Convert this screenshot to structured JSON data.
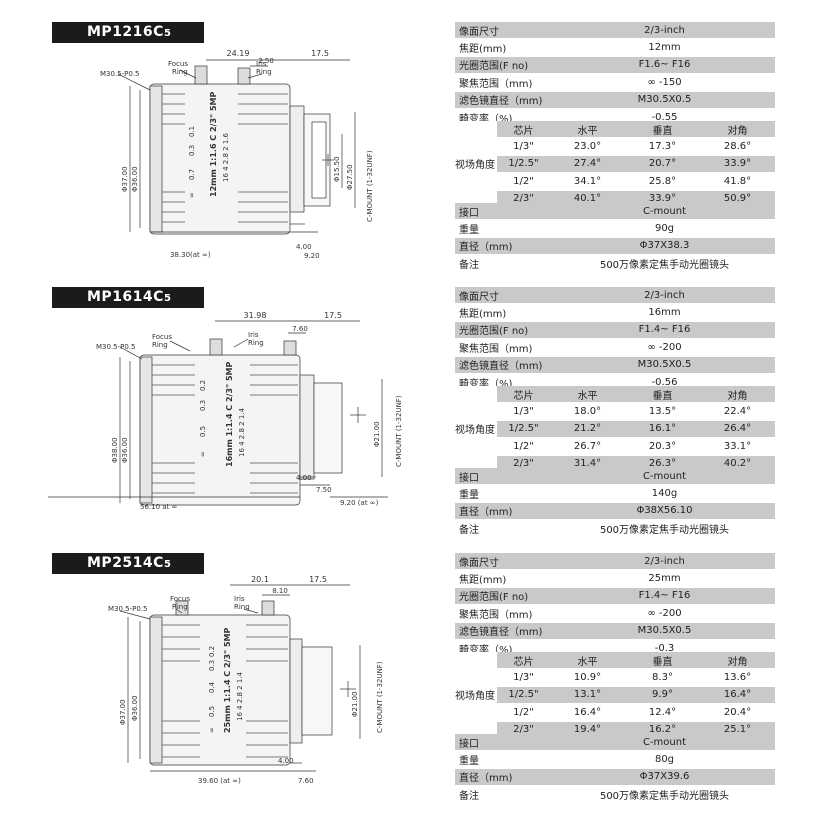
{
  "lenses": [
    {
      "model_main": "MP1216C",
      "model_sub": "5",
      "diagram": {
        "thread": "M30.5-P0.5",
        "focus_ring": [
          "Focus",
          "Ring"
        ],
        "iris_ring": [
          "Iris",
          "Ring"
        ],
        "dim_top1": "24.19",
        "dim_top2": "2.50",
        "dim_top3": "17.5",
        "dia_outer": "Φ37.00",
        "dia_inner": "Φ36.00",
        "dia_mount": "Φ27.50",
        "dia_flange": "Φ15.50",
        "mount": "C-MOUNT (1-32UNF)",
        "dim_len": "38.30(at ∞)",
        "dim_b1": "4.00",
        "dim_b2": "9.20",
        "barrel_text": [
          "12mm 1:1.6 C 2/3\" 5MP",
          "16  4  2.8  2  1.6"
        ],
        "ring_marks": [
          "0.1",
          "0.3",
          "0.7",
          "∞"
        ]
      },
      "spec": {
        "rows": [
          {
            "k": "像面尺寸",
            "v": "2/3-inch",
            "shade": "g"
          },
          {
            "k": "焦距(mm)",
            "v": "12mm",
            "shade": "w"
          },
          {
            "k": "光圈范围(F no)",
            "v": "F1.6~ F16",
            "shade": "g"
          },
          {
            "k": "聚焦范围（mm)",
            "v": "∞ -150",
            "shade": "w"
          },
          {
            "k": "滤色镜直径（mm)",
            "v": "M30.5X0.5",
            "shade": "g"
          },
          {
            "k": "畸变率（%)",
            "v": "-0.55",
            "shade": "w"
          }
        ],
        "fov_label": "视场角度",
        "fov_head": [
          "芯片",
          "水平",
          "垂直",
          "对角"
        ],
        "fov": [
          [
            "1/3\"",
            "23.0°",
            "17.3°",
            "28.6°"
          ],
          [
            "1/2.5\"",
            "27.4°",
            "20.7°",
            "33.9°"
          ],
          [
            "1/2\"",
            "34.1°",
            "25.8°",
            "41.8°"
          ],
          [
            "2/3\"",
            "40.1°",
            "33.9°",
            "50.9°"
          ]
        ],
        "tail": [
          {
            "k": "接口",
            "v": "C-mount",
            "shade": "g"
          },
          {
            "k": "重量",
            "v": "90g",
            "shade": "w"
          },
          {
            "k": "直径（mm)",
            "v": "Φ37X38.3",
            "shade": "g"
          },
          {
            "k": "备注",
            "v": "500万像素定焦手动光圈镜头",
            "shade": "w"
          }
        ]
      }
    },
    {
      "model_main": "MP1614C",
      "model_sub": "5",
      "diagram": {
        "thread": "M30.5-P0.5",
        "focus_ring": [
          "Focus",
          "Ring"
        ],
        "iris_ring": [
          "Iris",
          "Ring"
        ],
        "dim_top1": "31.98",
        "dim_top2": "7.60",
        "dim_top3": "17.5",
        "dia_outer": "Φ38.00",
        "dia_inner": "Φ36.00",
        "dia_mount": "Φ21.00",
        "dia_flange": "",
        "mount": "C-MOUNT (1-32UNF)",
        "dim_len": "56.10   at ∞",
        "dim_b1": "4.00",
        "dim_b2": "7.50",
        "dim_b3": "9.20 (at ∞)",
        "barrel_text": [
          "16mm 1:1.4 C 2/3\" 5MP",
          "16  4  2.8  2  1.4"
        ],
        "ring_marks": [
          "0.2",
          "0.3",
          "0.5",
          "∞"
        ]
      },
      "spec": {
        "rows": [
          {
            "k": "像面尺寸",
            "v": "2/3-inch",
            "shade": "g"
          },
          {
            "k": "焦距(mm)",
            "v": "16mm",
            "shade": "w"
          },
          {
            "k": "光圈范围(F no)",
            "v": "F1.4~ F16",
            "shade": "g"
          },
          {
            "k": "聚焦范围（mm)",
            "v": "∞ -200",
            "shade": "w"
          },
          {
            "k": "滤色镜直径（mm)",
            "v": "M30.5X0.5",
            "shade": "g"
          },
          {
            "k": "畸变率（%)",
            "v": "-0.56",
            "shade": "w"
          }
        ],
        "fov_label": "视场角度",
        "fov_head": [
          "芯片",
          "水平",
          "垂直",
          "对角"
        ],
        "fov": [
          [
            "1/3\"",
            "18.0°",
            "13.5°",
            "22.4°"
          ],
          [
            "1/2.5\"",
            "21.2°",
            "16.1°",
            "26.4°"
          ],
          [
            "1/2\"",
            "26.7°",
            "20.3°",
            "33.1°"
          ],
          [
            "2/3\"",
            "31.4°",
            "26.3°",
            "40.2°"
          ]
        ],
        "tail": [
          {
            "k": "接口",
            "v": "C-mount",
            "shade": "g"
          },
          {
            "k": "重量",
            "v": "140g",
            "shade": "w"
          },
          {
            "k": "直径（mm)",
            "v": "Φ38X56.10",
            "shade": "g"
          },
          {
            "k": "备注",
            "v": "500万像素定焦手动光圈镜头",
            "shade": "w"
          }
        ]
      }
    },
    {
      "model_main": "MP2514C",
      "model_sub": "5",
      "diagram": {
        "thread": "M30.5-P0.5",
        "focus_ring": [
          "Focus",
          "Ring"
        ],
        "iris_ring": [
          "Iris",
          "Ring"
        ],
        "dim_top1": "20.1",
        "dim_top2": "8.10",
        "dim_top3": "17.5",
        "dia_outer": "Φ37.00",
        "dia_inner": "Φ36.00",
        "dia_mount": "Φ21.00",
        "dia_flange": "",
        "mount": "C-MOUNT (1-32UNF)",
        "dim_len": "39.60 (at ∞)",
        "dim_b1": "4.00",
        "dim_b2": "7.60",
        "barrel_text": [
          "25mm 1:1.4 C 2/3\" 5MP",
          "16  4  2.8  2  1.4"
        ],
        "ring_marks": [
          "0.2",
          "0.3",
          "0.4",
          "0.5",
          "∞"
        ]
      },
      "spec": {
        "rows": [
          {
            "k": "像面尺寸",
            "v": "2/3-inch",
            "shade": "g"
          },
          {
            "k": "焦距(mm)",
            "v": "25mm",
            "shade": "w"
          },
          {
            "k": "光圈范围(F no)",
            "v": "F1.4~ F16",
            "shade": "g"
          },
          {
            "k": "聚焦范围（mm)",
            "v": "∞ -200",
            "shade": "w"
          },
          {
            "k": "滤色镜直径（mm)",
            "v": "M30.5X0.5",
            "shade": "g"
          },
          {
            "k": "畸变率（%)",
            "v": "-0.3",
            "shade": "w"
          }
        ],
        "fov_label": "视场角度",
        "fov_head": [
          "芯片",
          "水平",
          "垂直",
          "对角"
        ],
        "fov": [
          [
            "1/3\"",
            "10.9°",
            "8.3°",
            "13.6°"
          ],
          [
            "1/2.5\"",
            "13.1°",
            "9.9°",
            "16.4°"
          ],
          [
            "1/2\"",
            "16.4°",
            "12.4°",
            "20.4°"
          ],
          [
            "2/3\"",
            "19.4°",
            "16.2°",
            "25.1°"
          ]
        ],
        "tail": [
          {
            "k": "接口",
            "v": "C-mount",
            "shade": "g"
          },
          {
            "k": "重量",
            "v": "80g",
            "shade": "w"
          },
          {
            "k": "直径（mm)",
            "v": "Φ37X39.6",
            "shade": "g"
          },
          {
            "k": "备注",
            "v": "500万像素定焦手动光圈镜头",
            "shade": "w"
          }
        ]
      }
    }
  ]
}
